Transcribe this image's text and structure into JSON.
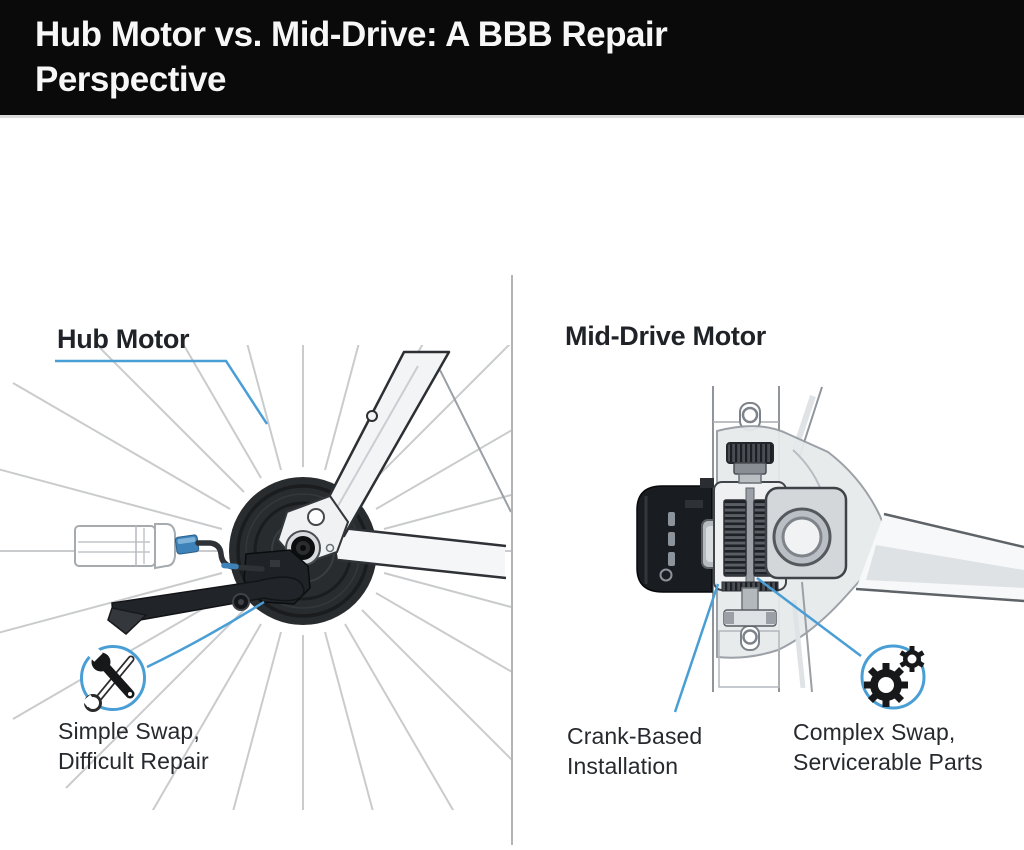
{
  "header": {
    "title_lines": [
      "Hub Motor vs. Mid-Drive: A BBB Repair",
      "Perspective"
    ]
  },
  "left_panel": {
    "label": "Hub Motor",
    "caption_lines": [
      "Simple Swap,",
      "Difficult Repair"
    ],
    "icon": "wrench-and-screwdriver-icon"
  },
  "right_panel": {
    "label": "Mid-Drive Motor",
    "caption_crank_lines": [
      "Crank-Based",
      "Installation"
    ],
    "caption_swap_lines": [
      "Complex Swap,",
      "Servicerable Parts"
    ],
    "icon": "gears-icon"
  },
  "colors": {
    "accent_blue": "#4a9ed6",
    "header_bg": "#0a0a0a",
    "header_text": "#f7f7f7",
    "body_text": "#26292e",
    "divider": "#b4b4b4"
  }
}
